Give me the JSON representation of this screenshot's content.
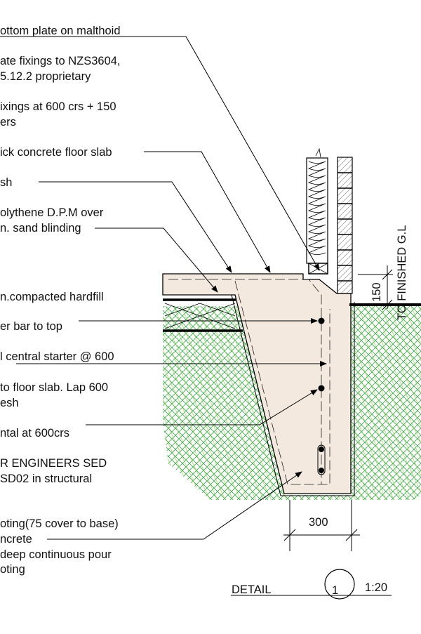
{
  "labels": [
    [
      "ottom plate on malthoid"
    ],
    [
      "ate fixings to NZS3604,",
      "5.12.2 proprietary"
    ],
    [
      "ixings at 600 crs + 150",
      "ers"
    ],
    [
      "ick concrete floor slab"
    ],
    [
      "sh"
    ],
    [
      "olythene D.P.M over",
      "n. sand blinding"
    ],
    [
      "n.compacted hardfill"
    ],
    [
      "er bar to top"
    ],
    [
      "l central starter @ 600"
    ],
    [
      "to floor slab. Lap 600",
      "esh"
    ],
    [
      "ntal at 600crs"
    ],
    [
      "R ENGINEERS SED",
      "SD02 in structural"
    ],
    [
      "oting(75 cover to base)",
      "ncrete",
      "deep continuous pour",
      "oting"
    ]
  ],
  "dimensions": {
    "footing_width": "300",
    "height_above_ground": "150",
    "ground_note": "TO FINISHED G.L"
  },
  "title": {
    "name": "DETAIL",
    "number": "1",
    "scale": "1:20"
  },
  "colors": {
    "concrete": "#f3e9df",
    "ground_hatch": "#3aa84a",
    "ground_hatch_light": "#8fd14f",
    "line": "#111111"
  }
}
